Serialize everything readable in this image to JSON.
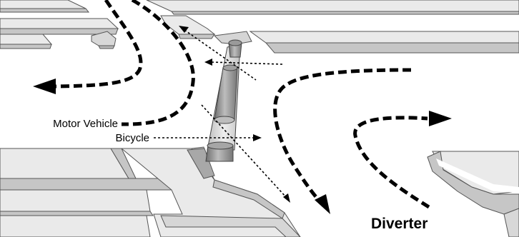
{
  "labels": {
    "motor_vehicle": "Motor Vehicle",
    "bicycle": "Bicycle",
    "diverter": "Diverter"
  },
  "colors": {
    "road": "#ffffff",
    "median_top": "#eaeaea",
    "median_side": "#c6c6c6",
    "median_edge": "#555555",
    "diverter_light": "#d0d0d0",
    "diverter_dark": "#8a8a8a",
    "vehicle_path": "#000000",
    "bicycle_path": "#000000"
  },
  "legend": {
    "motor_vehicle": "heavy dashed line",
    "bicycle": "light dotted line"
  }
}
